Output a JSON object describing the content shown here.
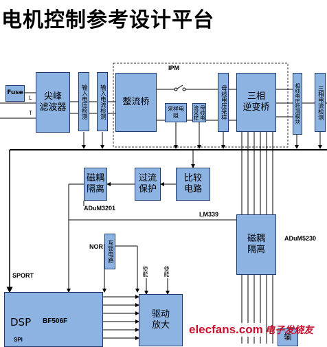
{
  "title": "电机控制参考设计平台",
  "blocks": {
    "fuse": "Fuse",
    "spike_filter": "尖峰\n滤波器",
    "input_voltage_detect": "输入电压检测",
    "input_current_detect": "输入电流检测",
    "rectifier": "整流桥",
    "sampling_resistor": "采样电阻",
    "bus_current_sampling": "母线电流采样",
    "bus_voltage_sampling": "母线电压采样",
    "three_phase_inverter": "三相\n逆变桥",
    "phase_voltage_detect": "相线电压检测模块",
    "three_phase_current_detect": "三相电流检测",
    "mag_isolation_small": "磁耦\n隔离",
    "overcurrent_protect": "过流\n保护",
    "comparator": "比较\n电路",
    "mag_isolation_large": "磁耦\n隔离",
    "interlock": "互锁电路",
    "dsp": "DSP",
    "driver_amp": "驱动\n放大"
  },
  "labels": {
    "ipm": "IPM",
    "l": "L",
    "t": "T",
    "adum3201": "ADuM3201",
    "lm339": "LM339",
    "adum5230": "ADuM5230",
    "nor": "NOR",
    "enable1": "使能",
    "enable2": "使能",
    "sport": "SPORT",
    "bf506f": "BF506F",
    "spi": "SPI",
    "output_partial": "输"
  },
  "watermark": {
    "site": "elecfans.com",
    "cn": "电子发烧友"
  },
  "colors": {
    "block_fill": "#8db3e2",
    "block_border": "#1f3a6b",
    "line": "#000000",
    "ipm_border": "#333333",
    "watermark_red": "#c8102e"
  }
}
